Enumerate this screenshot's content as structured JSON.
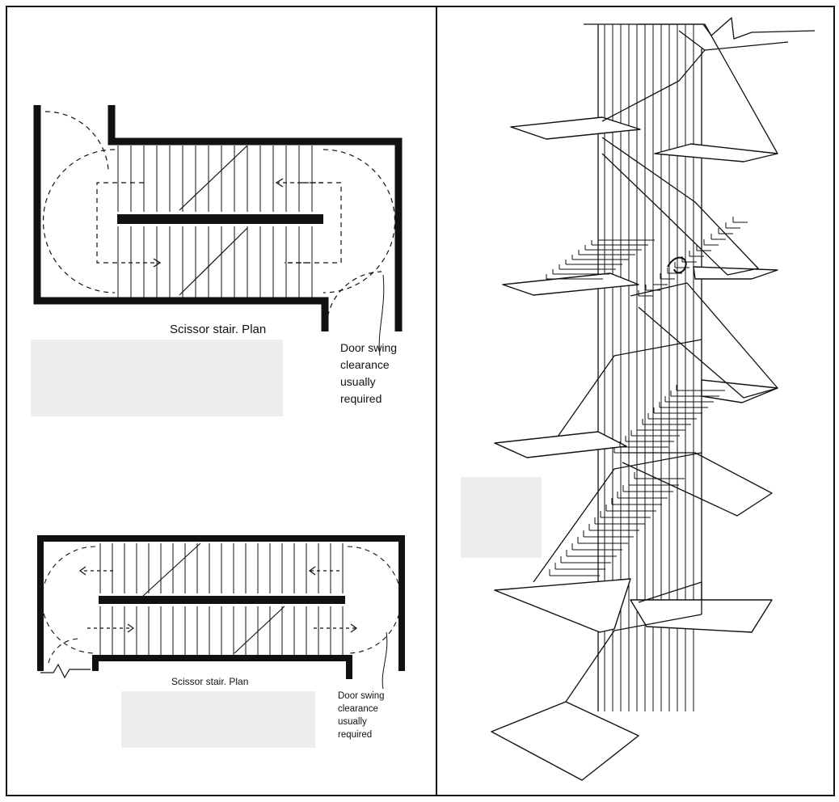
{
  "figure": {
    "plan_top": {
      "caption": "Scissor stair. Plan",
      "note_lines": [
        "Door swing",
        "clearance",
        "usually",
        "required"
      ]
    },
    "plan_bottom": {
      "caption": "Scissor stair. Plan",
      "note_lines": [
        "Door swing",
        "clearance",
        "usually",
        "required"
      ]
    }
  },
  "colors": {
    "ink": "#111111",
    "paper": "#ffffff",
    "ghost": "#cfcfcf"
  }
}
